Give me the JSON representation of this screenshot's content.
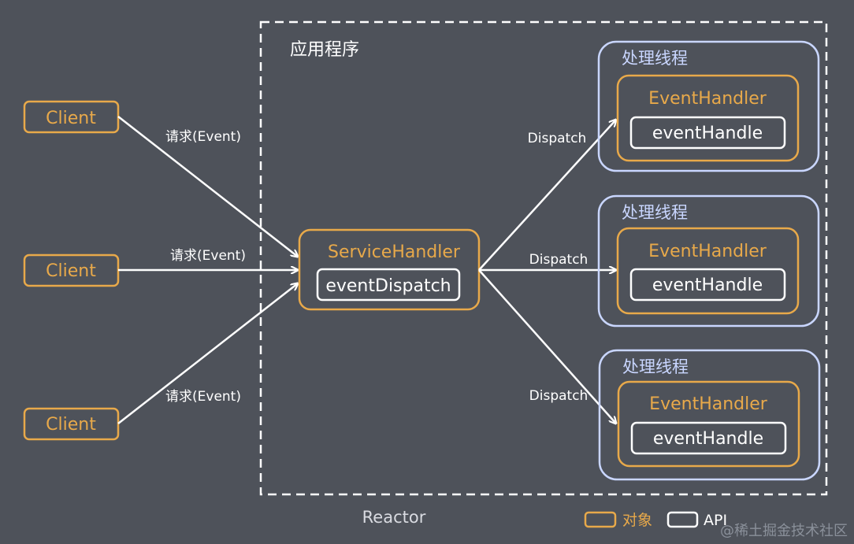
{
  "app_title": "应用程序",
  "frame_label": "Reactor",
  "clients": [
    {
      "label": "Client",
      "edge_label": "请求(Event)"
    },
    {
      "label": "Client",
      "edge_label": "请求(Event)"
    },
    {
      "label": "Client",
      "edge_label": "请求(Event)"
    }
  ],
  "service_handler": {
    "title": "ServiceHandler",
    "api": "eventDispatch"
  },
  "threads": [
    {
      "title": "处理线程",
      "handler": "EventHandler",
      "api": "eventHandle",
      "edge_label": "Dispatch"
    },
    {
      "title": "处理线程",
      "handler": "EventHandler",
      "api": "eventHandle",
      "edge_label": "Dispatch"
    },
    {
      "title": "处理线程",
      "handler": "EventHandler",
      "api": "eventHandle",
      "edge_label": "Dispatch"
    }
  ],
  "legend": {
    "object_label": "对象",
    "api_label": "API"
  },
  "watermark": "@稀土掘金技术社区",
  "colors": {
    "background": "#4e525a",
    "object": "#e8a94a",
    "api": "#ffffff",
    "thread": "#c9d6ff"
  }
}
